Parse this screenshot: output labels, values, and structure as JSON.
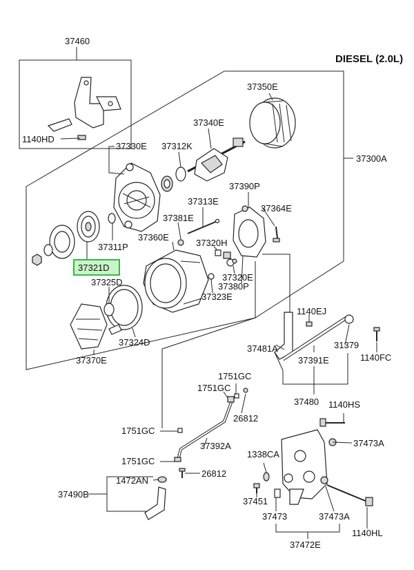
{
  "header": {
    "engine_label": "DIESEL (2.0L)"
  },
  "callouts": {
    "p37460": "37460",
    "p1140HD": "1140HD",
    "p37330E": "37330E",
    "p37312K": "37312K",
    "p37340E": "37340E",
    "p37350E": "37350E",
    "p37300A": "37300A",
    "p37390P": "37390P",
    "p37313E": "37313E",
    "p37364E": "37364E",
    "p37381E": "37381E",
    "p37311P": "37311P",
    "p37360E": "37360E",
    "p37320H": "37320H",
    "p37320E": "37320E",
    "p37380P": "37380P",
    "p37323E": "37323E",
    "p37321D": "37321D",
    "p37325D": "37325D",
    "p37324D": "37324D",
    "p37370E": "37370E",
    "p1140EJ": "1140EJ",
    "p37481A": "37481A",
    "p37391E": "37391E",
    "p31379": "31379",
    "p1140FC": "1140FC",
    "p37480": "37480",
    "p1751GC_a": "1751GC",
    "p1751GC_b": "1751GC",
    "p26812_a": "26812",
    "p1751GC_c": "1751GC",
    "p37392A": "37392A",
    "p1140HS": "1140HS",
    "p37473A_a": "37473A",
    "p1751GC_d": "1751GC",
    "p1338CA": "1338CA",
    "p1472AN": "1472AN",
    "p26812_b": "26812",
    "p37490B": "37490B",
    "p37451": "37451",
    "p37473": "37473",
    "p37473A_b": "37473A",
    "p1140HL": "1140HL",
    "p37472E": "37472E"
  },
  "highlight": {
    "part": "37321D",
    "color": "#39b54a",
    "fill": "#c8f5c8"
  }
}
